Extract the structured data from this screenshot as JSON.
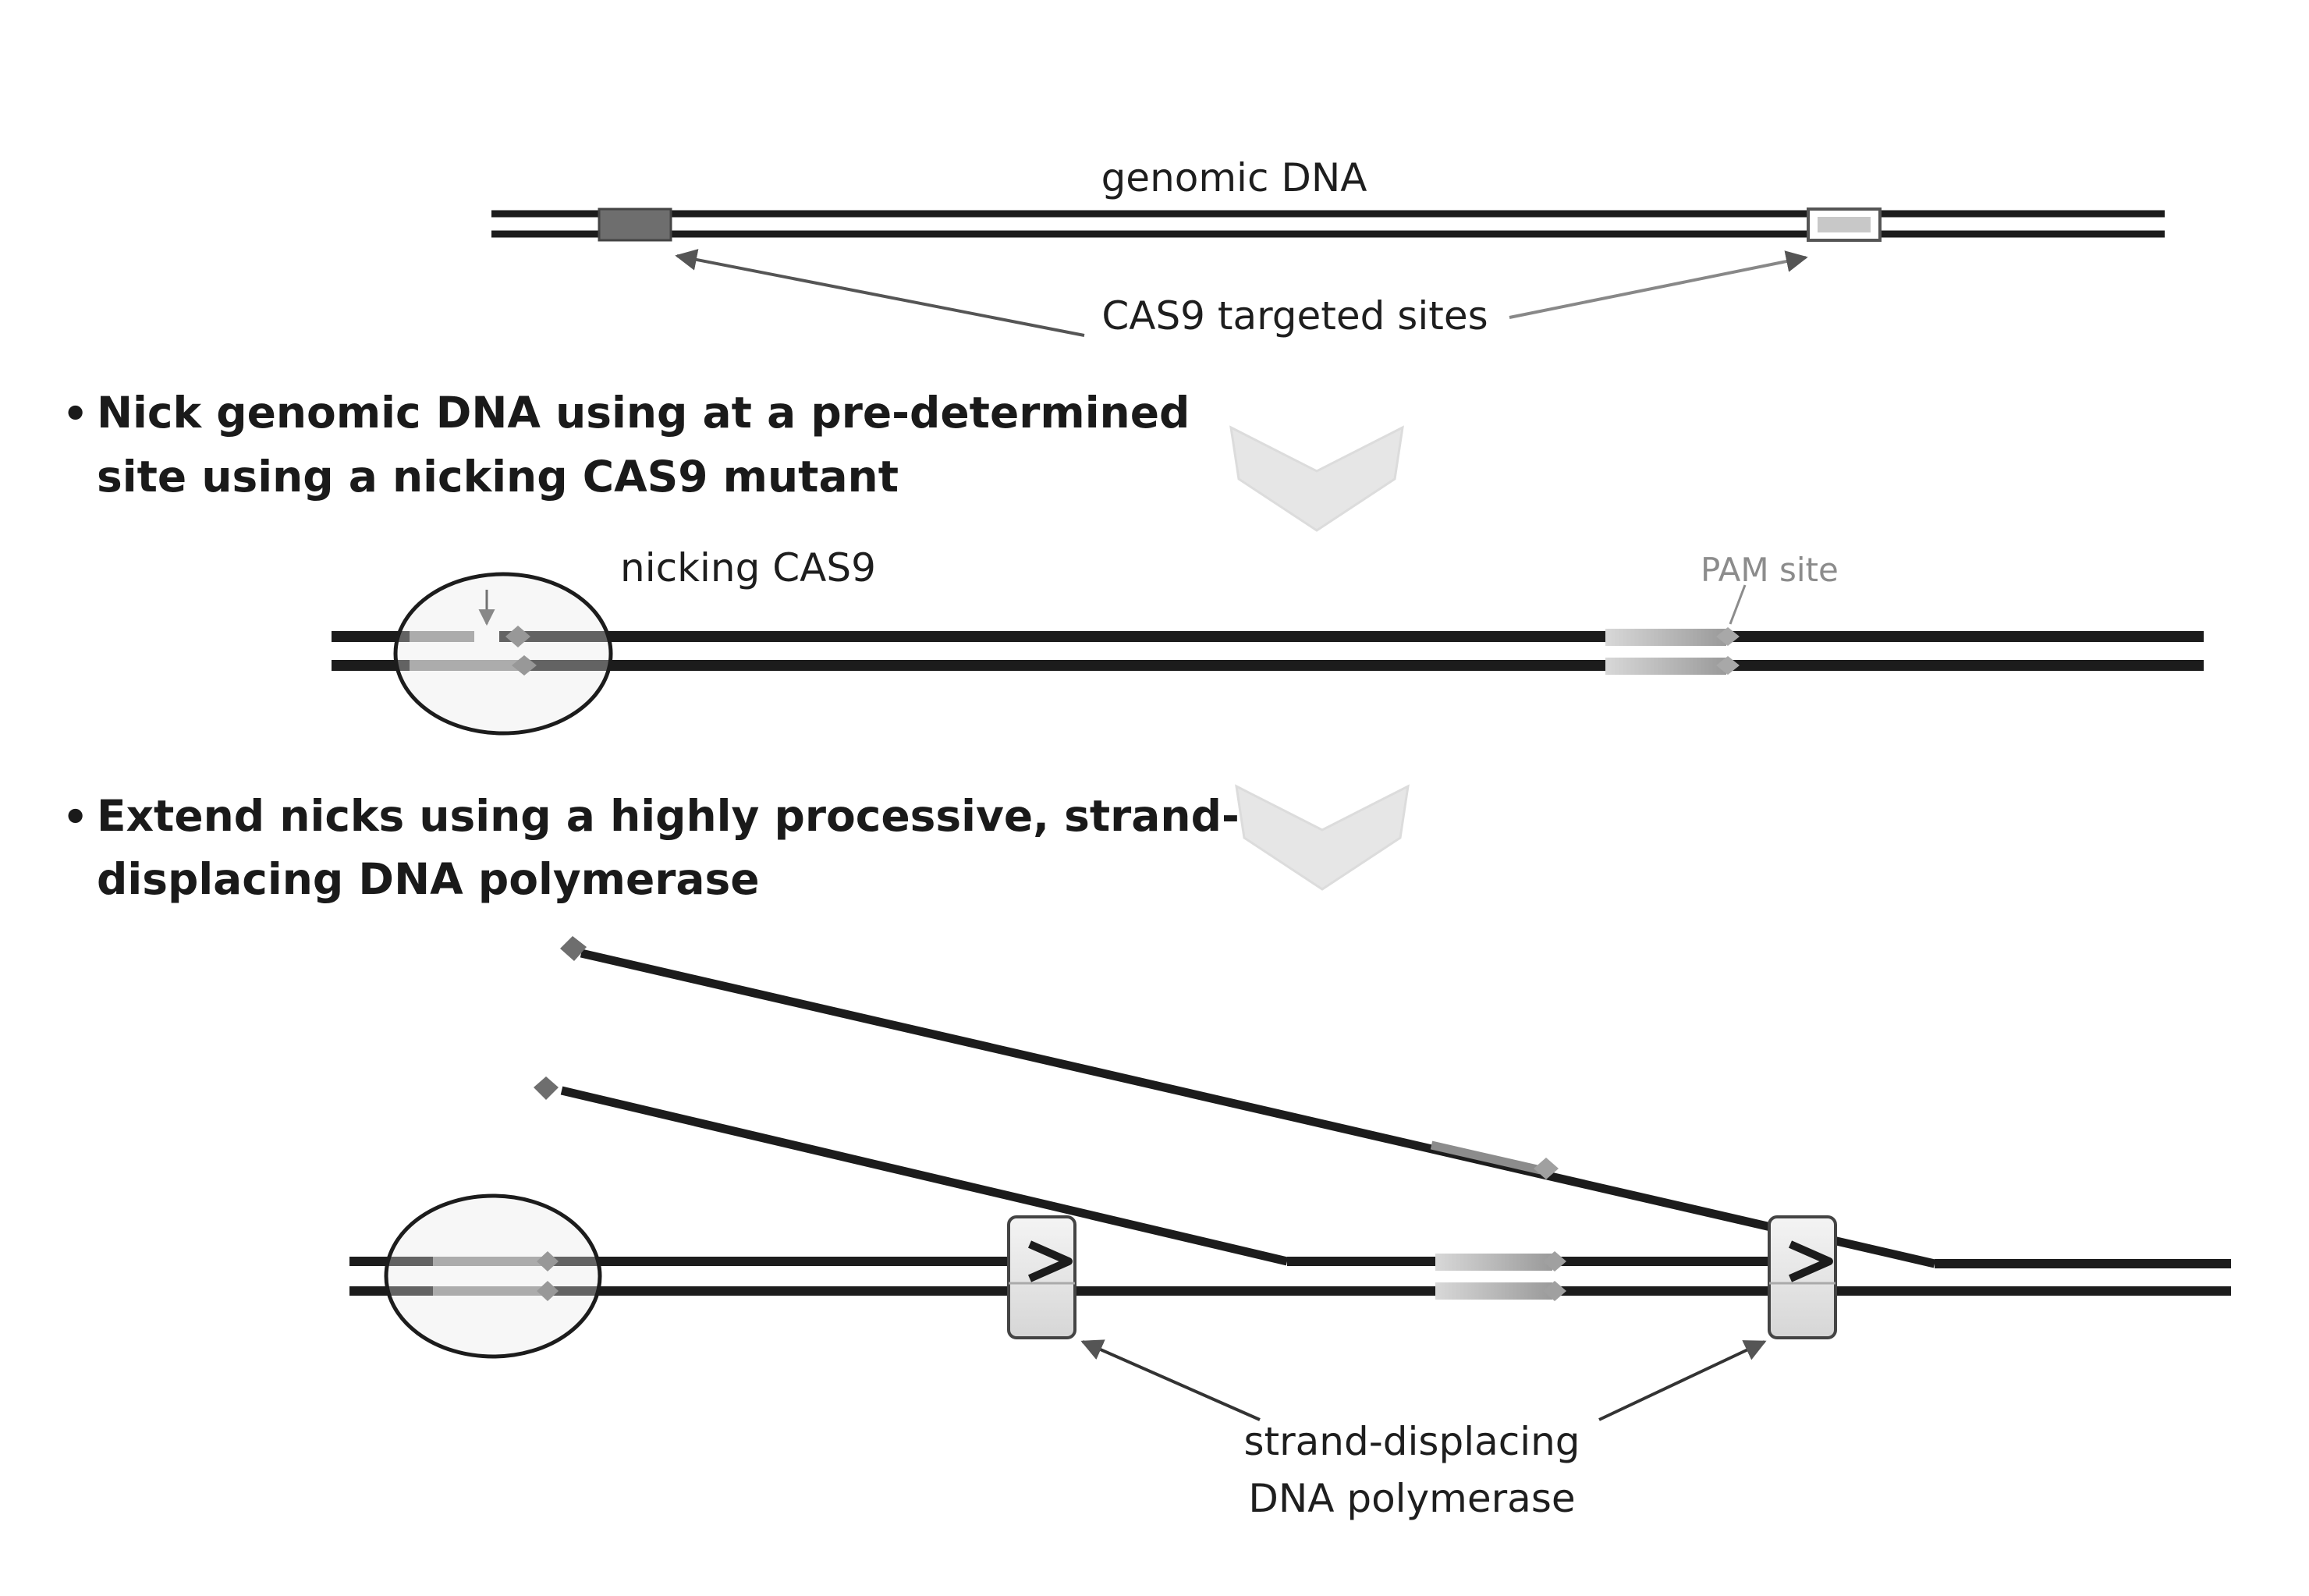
{
  "labels": {
    "genomic_dna": "genomic DNA",
    "cas9_targeted_sites": "CAS9 targeted sites",
    "nicking_cas9": "nicking CAS9",
    "pam_site": "PAM site",
    "polymerase_line1": "strand-displacing",
    "polymerase_line2": "DNA polymerase"
  },
  "steps": [
    {
      "bullet": "•",
      "line1": "Nick genomic DNA using at a pre-determined",
      "line2": "site using a nicking CAS9 mutant"
    },
    {
      "bullet": "•",
      "line1": "Extend nicks using a highly processive, strand-",
      "line2": "displacing  DNA polymerase"
    }
  ],
  "colors": {
    "strand": "#1c1c1c",
    "site_dark": "#6e6e6e",
    "site_light": "#b4b4b4",
    "arrow": "#555555",
    "step_arrow": "#e6e6e6",
    "pam_label": "#8c8c8c"
  }
}
